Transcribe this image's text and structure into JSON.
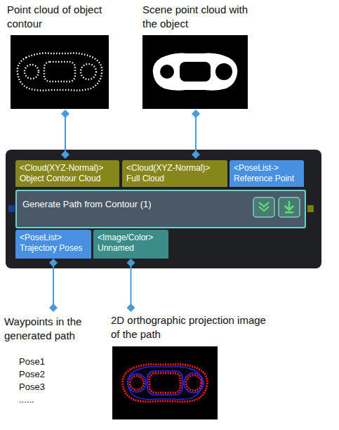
{
  "diagram": {
    "nodes": [
      {
        "text": [
          "Point cloud of object contour"
        ]
      },
      {
        "text": [
          "Scene point cloud with the object"
        ]
      },
      {
        "text": [
          "<Cloud(XYZ-Normal)>",
          "Object Contour Cloud"
        ]
      },
      {
        "text": [
          "<Cloud(XYZ-Normal)>",
          "Full Cloud"
        ]
      },
      {
        "text": [
          "<PoseList->",
          "Reference Point"
        ]
      },
      {
        "text": [
          "Generate Path from Contour (1)"
        ]
      },
      {
        "text": [
          "<PoseList>",
          "Trajectory Poses"
        ]
      },
      {
        "text": [
          "<Image/Color>",
          "Unnamed"
        ]
      },
      {
        "text": [
          "Waypoints in the generated path",
          "Pose1",
          "Pose2",
          "Pose3",
          "......"
        ]
      },
      {
        "text": [
          "2D orthographic projection image of the path"
        ]
      }
    ],
    "edges": [
      {
        "from": 0,
        "to": 2,
        "arrow": "none"
      },
      {
        "from": 1,
        "to": 3,
        "arrow": "none"
      },
      {
        "from": 6,
        "to": 8,
        "arrow": "none"
      },
      {
        "from": 7,
        "to": 9,
        "arrow": "none"
      }
    ]
  }
}
